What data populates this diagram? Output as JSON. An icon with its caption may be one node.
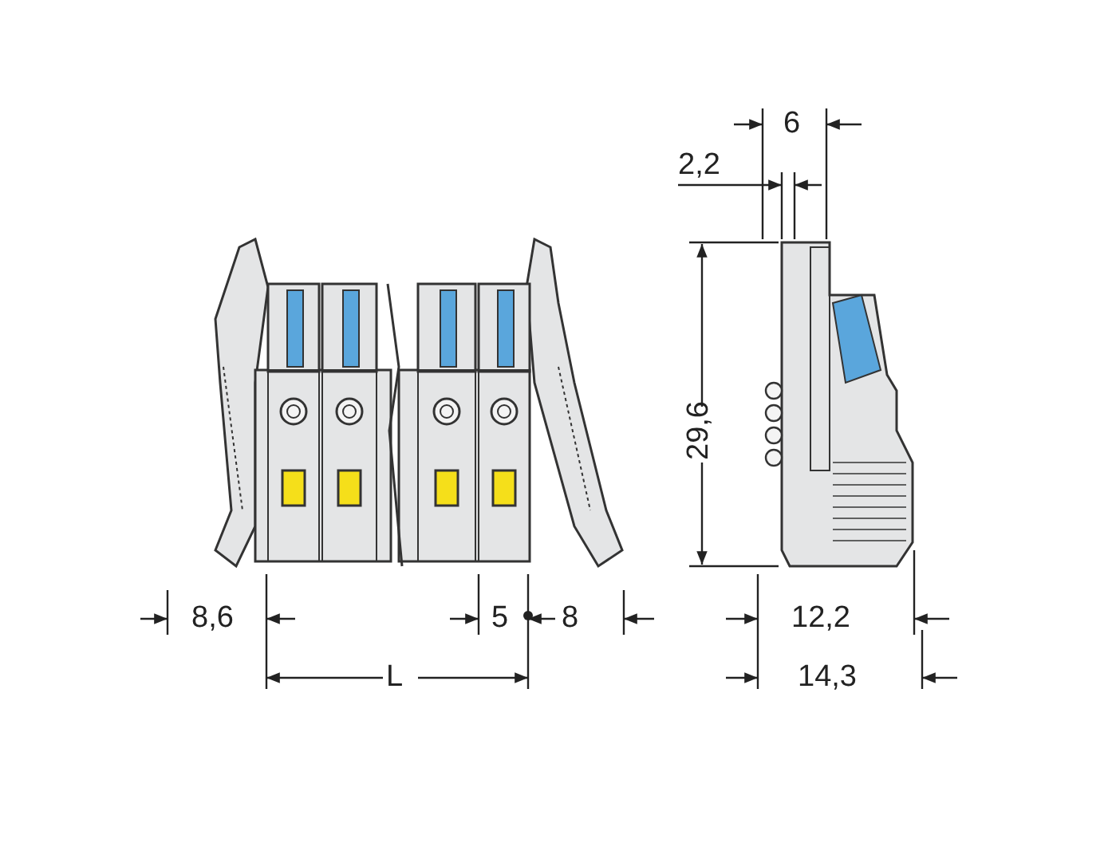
{
  "diagram": {
    "labels": [
      "6",
      "2,2",
      "29,6",
      "8,6",
      "5",
      "8",
      "L",
      "12,2",
      "14,3"
    ]
  }
}
